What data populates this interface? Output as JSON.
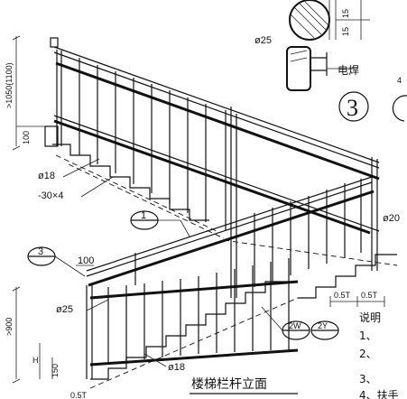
{
  "drawing": {
    "title": "楼梯栏杆立面",
    "callouts": {
      "three_left": "3",
      "one": "1",
      "three_detail": "3"
    },
    "refs": {
      "w": "2W",
      "y": "2Y"
    },
    "labels": {
      "phi25_top": "ø25",
      "weld": "电焊",
      "dim_15a": "15",
      "dim_15b": "15",
      "height_upper": ">1050(1100)",
      "dim_100_upper": "100",
      "phi18_upper": "ø18",
      "flat_bar": "-30×4",
      "phi20": "ø20",
      "dim_100_lower": "100",
      "phi25_lower": "ø25",
      "height_lower": ">900",
      "dim_h": "H",
      "dim_150": "150",
      "phi18_lower": "ø18",
      "half_t_a": "0.5T",
      "half_t_b": "0.5T",
      "bottom_left": "0.5T",
      "top_right_4": "4"
    },
    "notes": {
      "heading": "说明",
      "line1": "1、",
      "line2": "2、",
      "line3": "3、",
      "line4": "4、扶手"
    }
  }
}
